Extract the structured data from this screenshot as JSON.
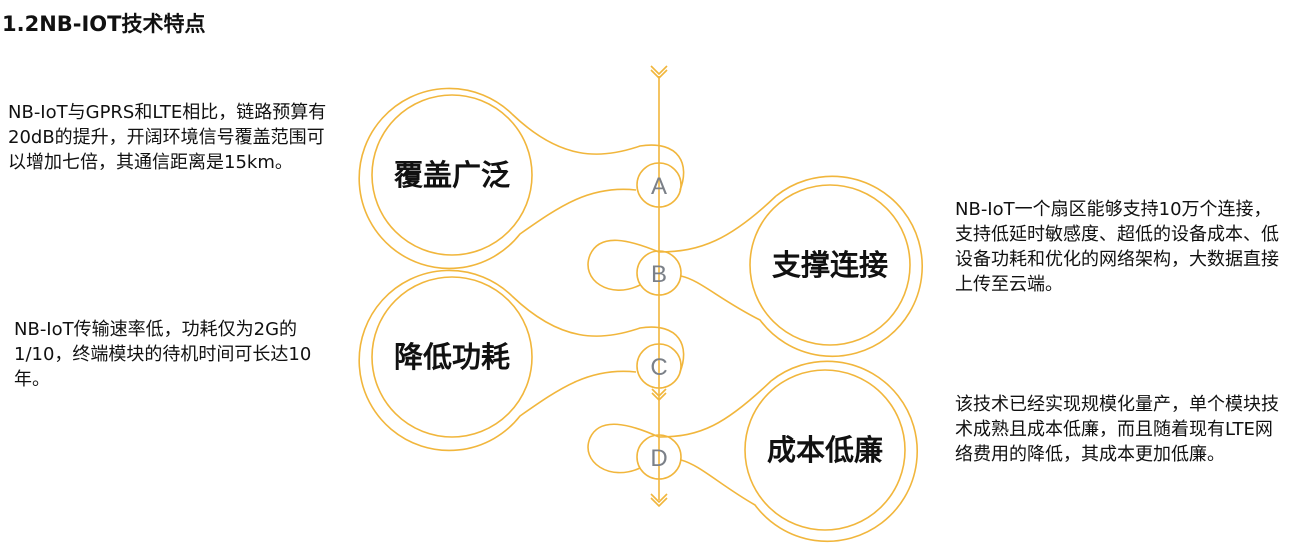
{
  "title": "1.2NB-IOT技术特点",
  "features": [
    {
      "letter": "A",
      "label": "覆盖广泛",
      "text": "NB-IoT与GPRS和LTE相比，链路预算有20dB的提升，开阔环境信号覆盖范围可以增加七倍，其通信距离是15km。"
    },
    {
      "letter": "B",
      "label": "支撑连接",
      "text": "NB-IoT一个扇区能够支持10万个连接，支持低延时敏感度、超低的设备成本、低设备功耗和优化的网络架构，大数据直接上传至云端。"
    },
    {
      "letter": "C",
      "label": "降低功耗",
      "text": " NB-IoT传输速率低，功耗仅为2G的1/10，终端模块的待机时间可长达10年。"
    },
    {
      "letter": "D",
      "label": "成本低廉",
      "text": "该技术已经实现规模化量产，单个模块技术成熟且成本低廉，而且随着现有LTE网络费用的降低，其成本更加低廉。"
    }
  ],
  "colors": {
    "accent": "#f1b63c",
    "letter": "#7b8088"
  }
}
